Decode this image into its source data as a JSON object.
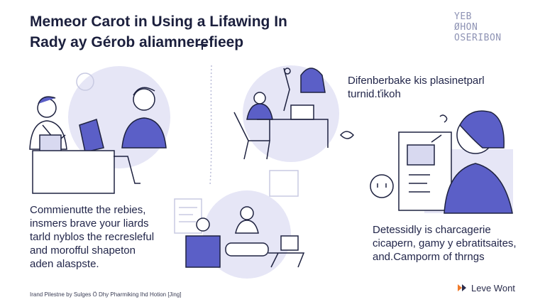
{
  "header": {
    "title_line1": "Memeor Carot in Using a Lifawing In",
    "title_line2": "Rady ay Gérob aliamnerefieep",
    "brand_lines": [
      "YEB",
      "ØHON",
      "OSERIBON"
    ]
  },
  "sections": {
    "left_caption": [
      "Commienutte the rebies,",
      "insmers brave your liards",
      "tarld nyblos the recresleful",
      "and morofful shapeton",
      "aden alaspste."
    ],
    "right_top_caption": [
      "Difenberbake kis plasinetparl",
      "turnid.ťikoh"
    ],
    "right_bottom_caption": [
      "Detessidly is charcagerie",
      "cicapern, gamy y ebratitsaites,",
      "and.Camporm of thrngs"
    ]
  },
  "footer": {
    "note": "Irand Pilestne by   Sulges  Ö Dhy Pharmiking Ihd Hotion [Jing]",
    "logo_text": "Leve Wont"
  },
  "colors": {
    "accent": "#5b5fc7",
    "accent_light": "#e8e8f8",
    "ink": "#1e2240",
    "logo_orange": "#f07a2a"
  }
}
